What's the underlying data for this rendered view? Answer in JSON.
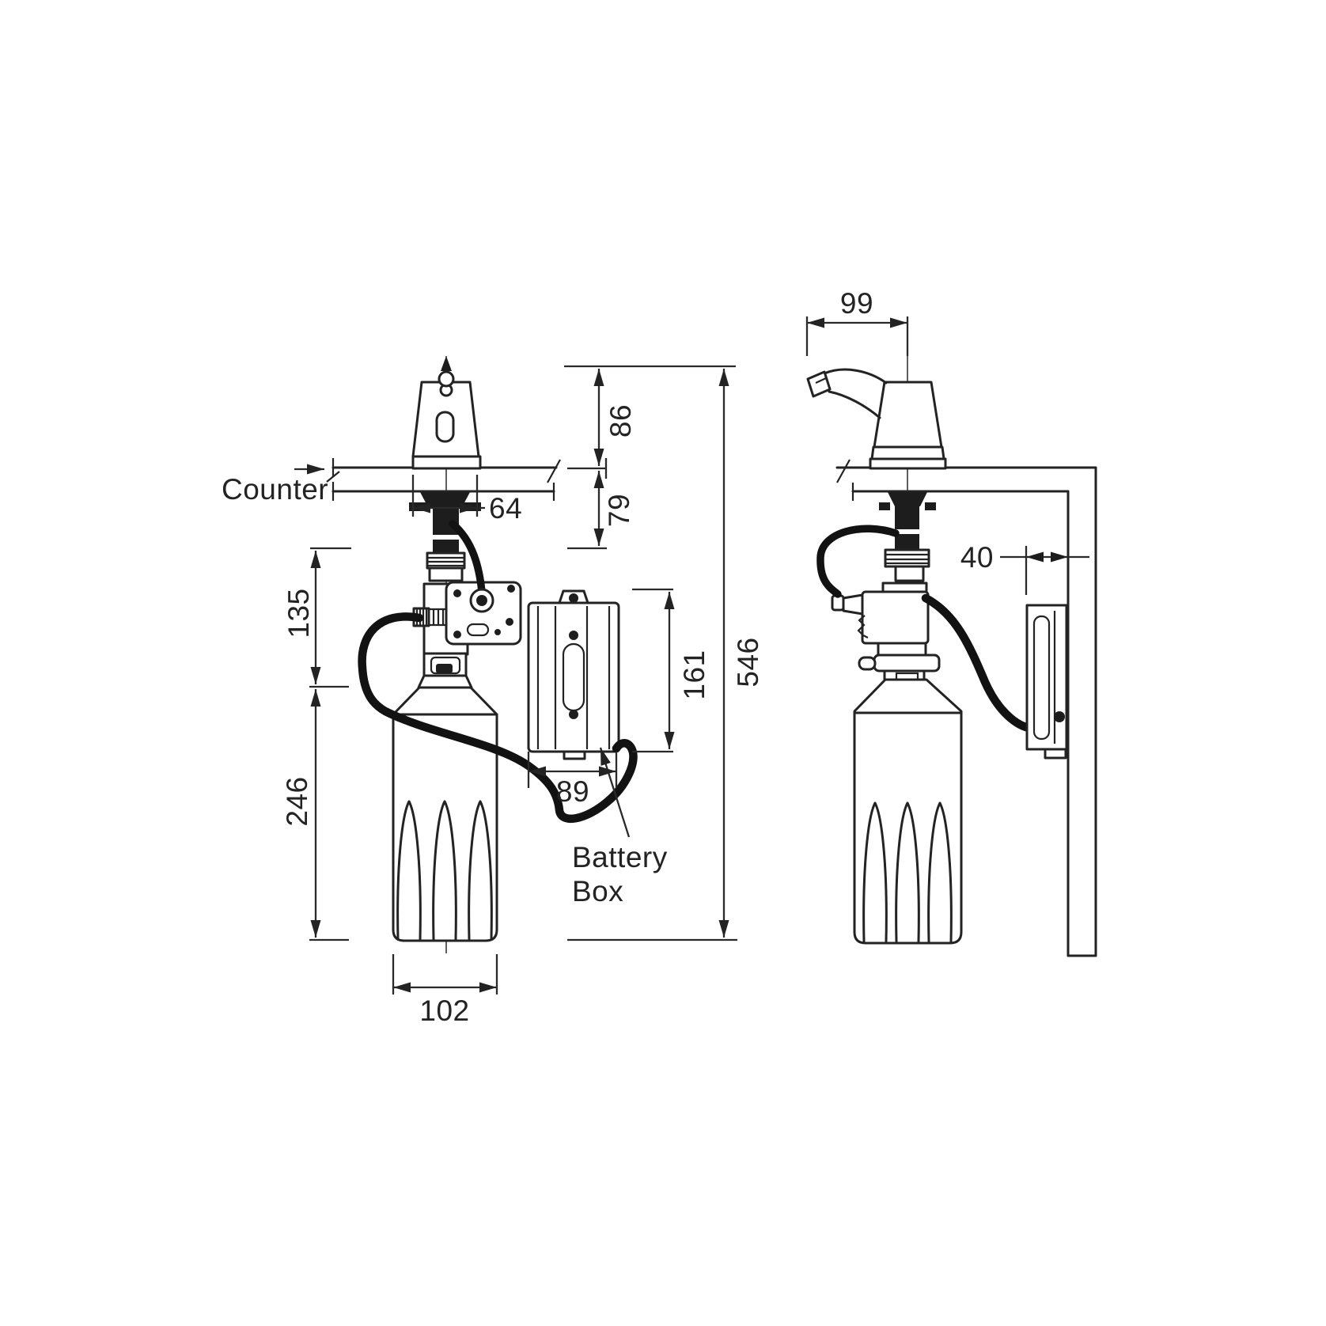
{
  "drawing": {
    "background": "#ffffff",
    "line_color": "#232323",
    "views": {
      "front": {
        "counter_label": "Counter",
        "battery_box_label_line1": "Battery",
        "battery_box_label_line2": "Box",
        "dims": {
          "spout_above_counter_mm": "86",
          "below_counter_clearance_mm": "79",
          "deck_flange_width_mm": "64",
          "overall_height_mm": "546",
          "pump_section_height_mm": "135",
          "bottle_height_mm": "246",
          "bottle_width_mm": "102",
          "battery_box_width_mm": "89",
          "battery_box_height_mm": "161"
        }
      },
      "side": {
        "dims": {
          "spout_reach_mm": "99",
          "battery_box_depth_mm": "40"
        }
      }
    }
  }
}
